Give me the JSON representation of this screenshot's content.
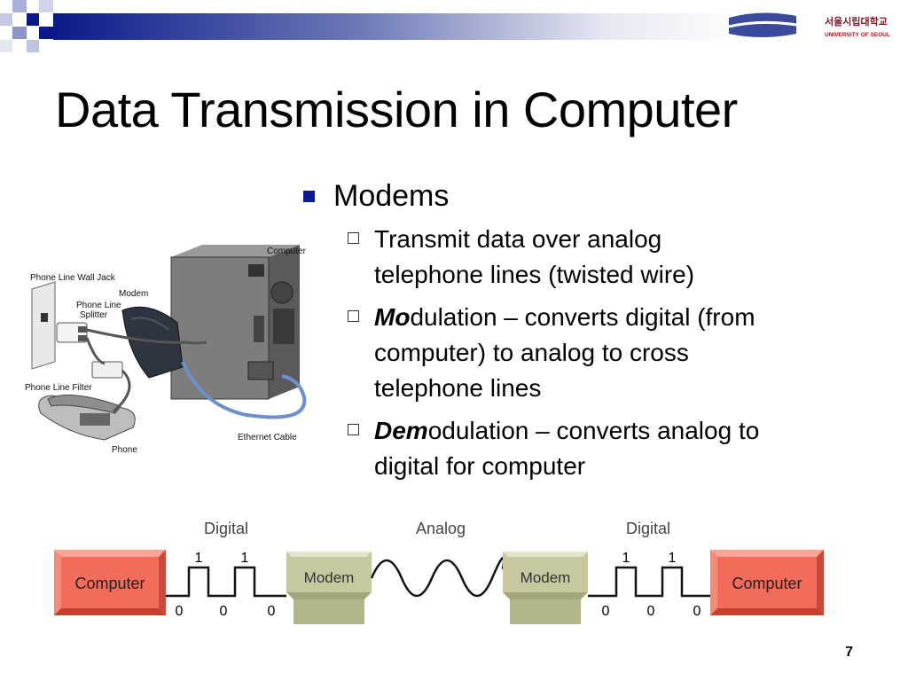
{
  "slide": {
    "title": "Data Transmission in Computer",
    "page_number": "7"
  },
  "logo": {
    "korean_text": "서울시립대학교",
    "english_text": "UNIVERSITY OF SEOUL"
  },
  "illustration_labels": {
    "computer": "Computer",
    "wall_jack": "Phone Line Wall Jack",
    "modem": "Modem",
    "splitter_line1": "Phone Line",
    "splitter_line2": "Splitter",
    "filter": "Phone Line Filter",
    "ethernet": "Ethernet Cable",
    "phone": "Phone"
  },
  "bullets": {
    "level1": "Modems",
    "items": [
      {
        "emph": "",
        "text": "Transmit data over analog",
        "text2": "telephone lines (twisted wire)"
      },
      {
        "emph": "Mo",
        "text": "dulation – converts digital (from",
        "text2": "computer) to analog to cross",
        "text3": "telephone lines"
      },
      {
        "emph": "Dem",
        "text": "odulation – converts analog to",
        "text2": "digital for computer"
      }
    ]
  },
  "diagram": {
    "left_computer": "Computer",
    "right_computer": "Computer",
    "left_modem": "Modem",
    "right_modem": "Modem",
    "digital_left": "Digital",
    "analog": "Analog",
    "digital_right": "Digital",
    "bits_high": "1",
    "bits_low": "0",
    "colors": {
      "computer_fill": "#f26b5b",
      "modem_fill": "#c8c8a0"
    }
  }
}
